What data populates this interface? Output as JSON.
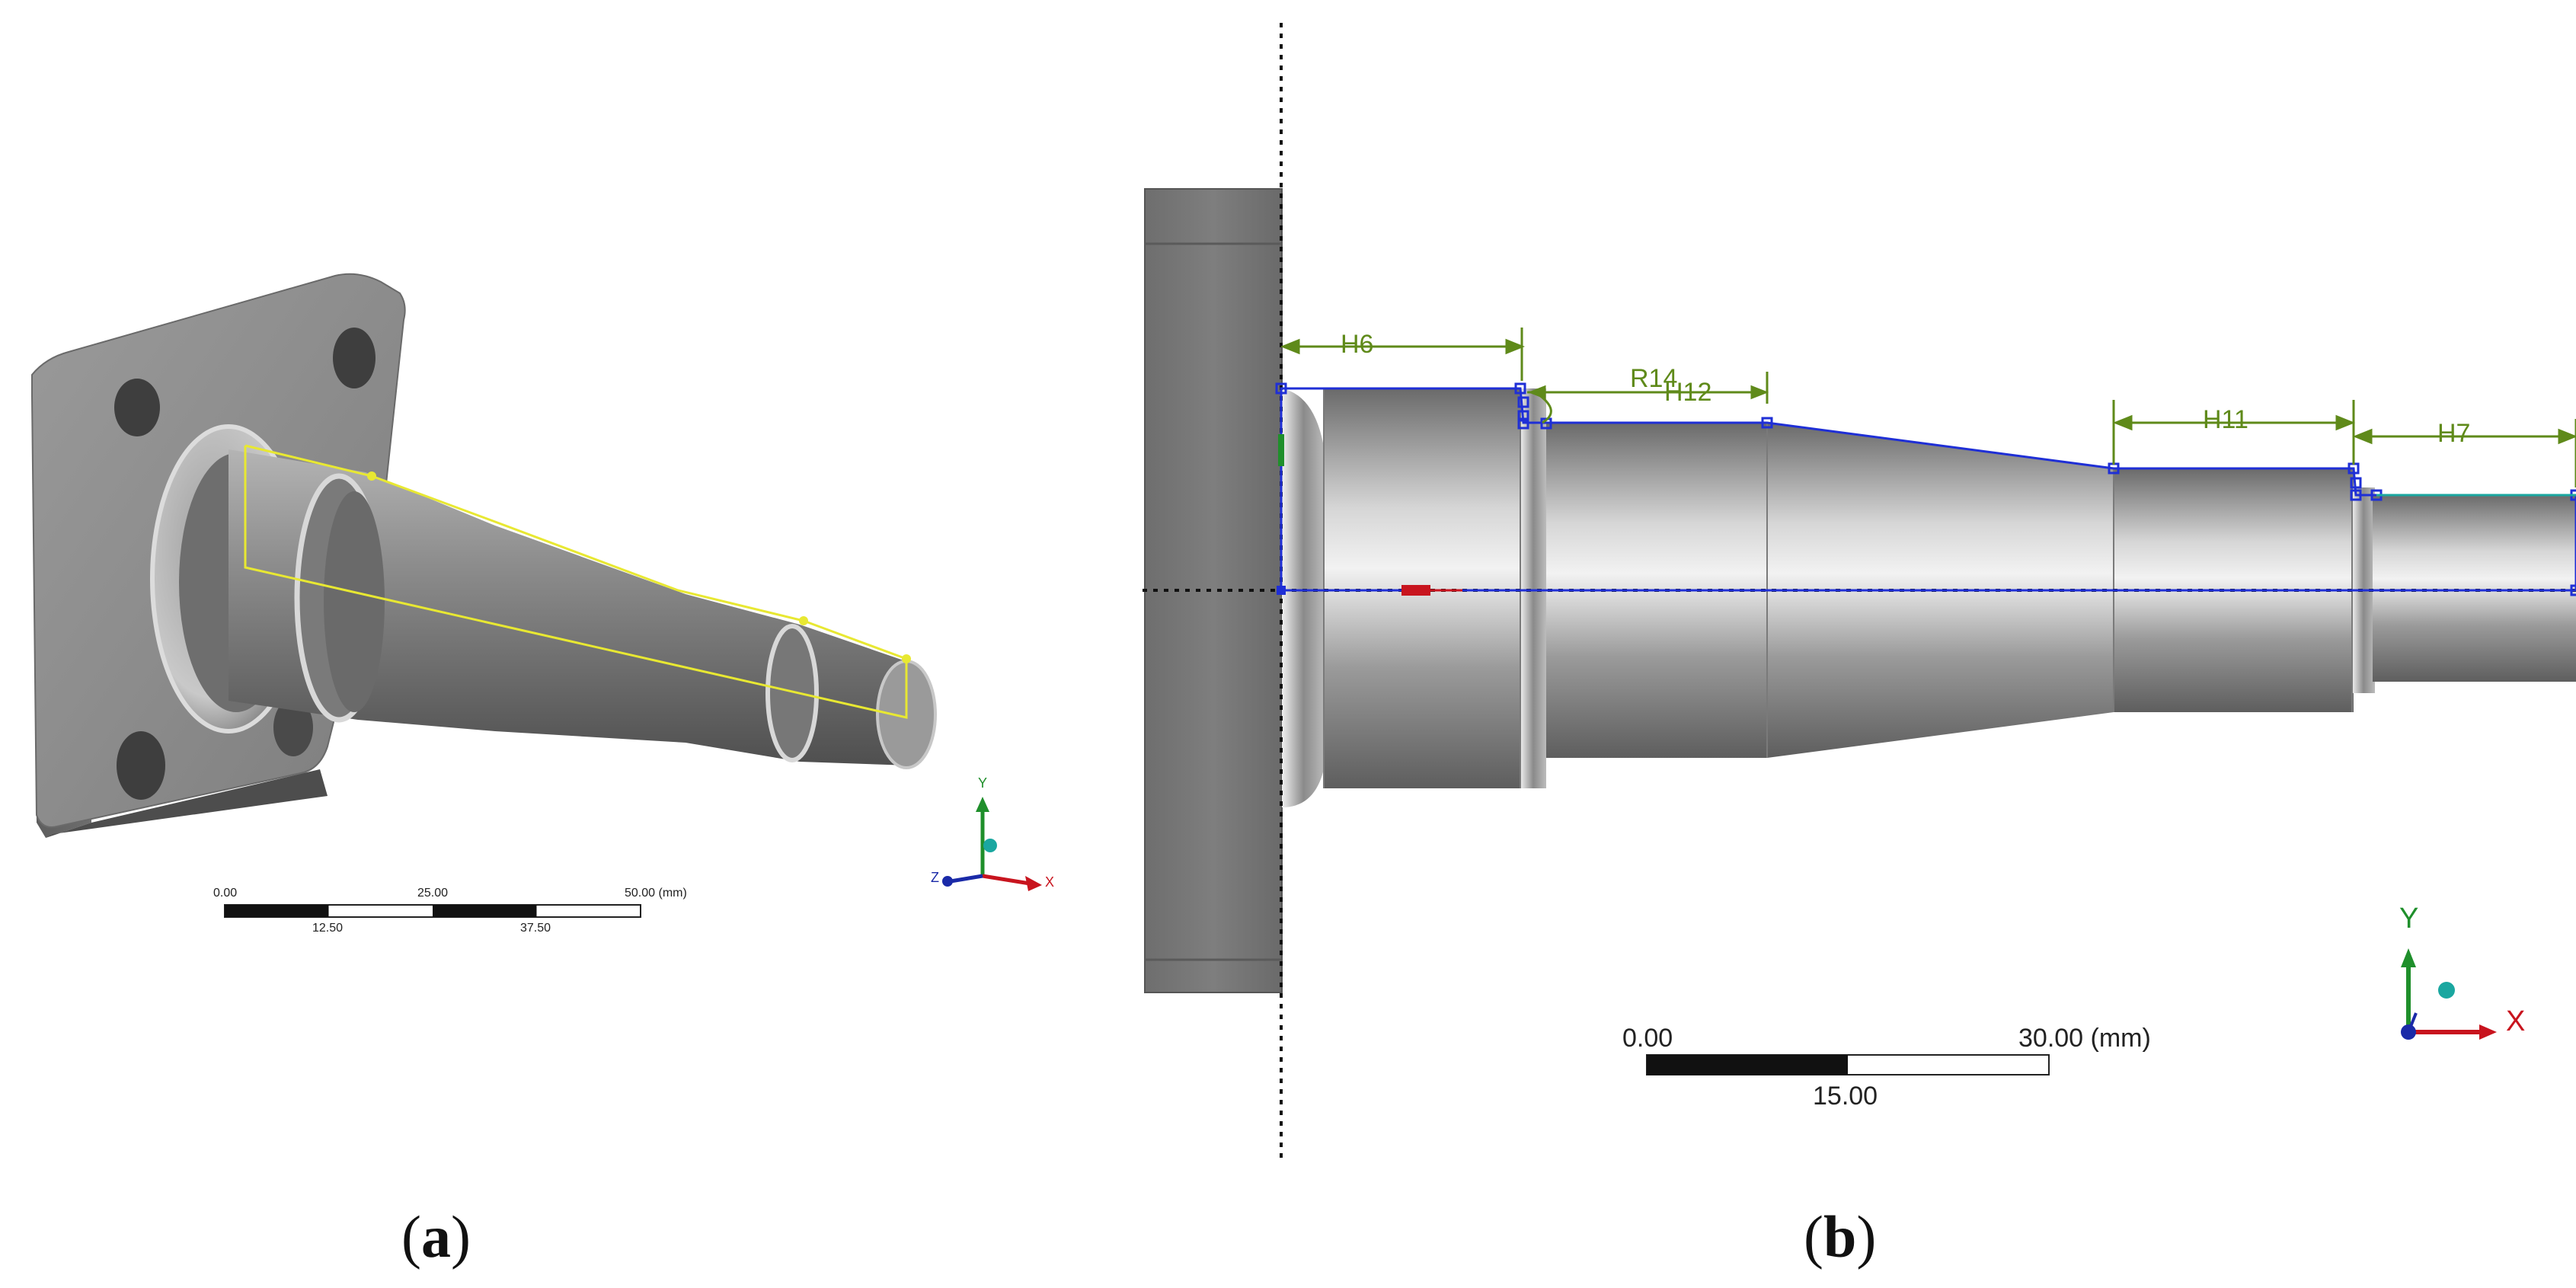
{
  "panel_a": {
    "caption_open": "(",
    "caption_letter": "a",
    "caption_close": ")",
    "scale": {
      "t0": "0.00",
      "t1": "12.50",
      "t2": "25.00",
      "t3": "37.50",
      "t4": "50.00 (mm)"
    },
    "triad": {
      "x": "X",
      "y": "Y",
      "z": "Z"
    }
  },
  "panel_b": {
    "caption_open": "(",
    "caption_letter": "b",
    "caption_close": ")",
    "scale": {
      "t0": "0.00",
      "t_mid": "15.00",
      "t_end": "30.00 (mm)"
    },
    "dims": {
      "h6": "H6",
      "r14": "R14",
      "h12": "H12",
      "h11": "H11",
      "h7": "H7"
    },
    "triad": {
      "x": "X",
      "y": "Y"
    }
  },
  "colors": {
    "sketch_blue": "#1f2fd6",
    "dimension_green": "#5f8a1a",
    "axis_red": "#c8141e",
    "axis_green": "#1f8f2b",
    "axis_blue": "#1a2aa8",
    "outline_yellow": "#e8e832",
    "steel_gray": "#8a8a8a"
  }
}
